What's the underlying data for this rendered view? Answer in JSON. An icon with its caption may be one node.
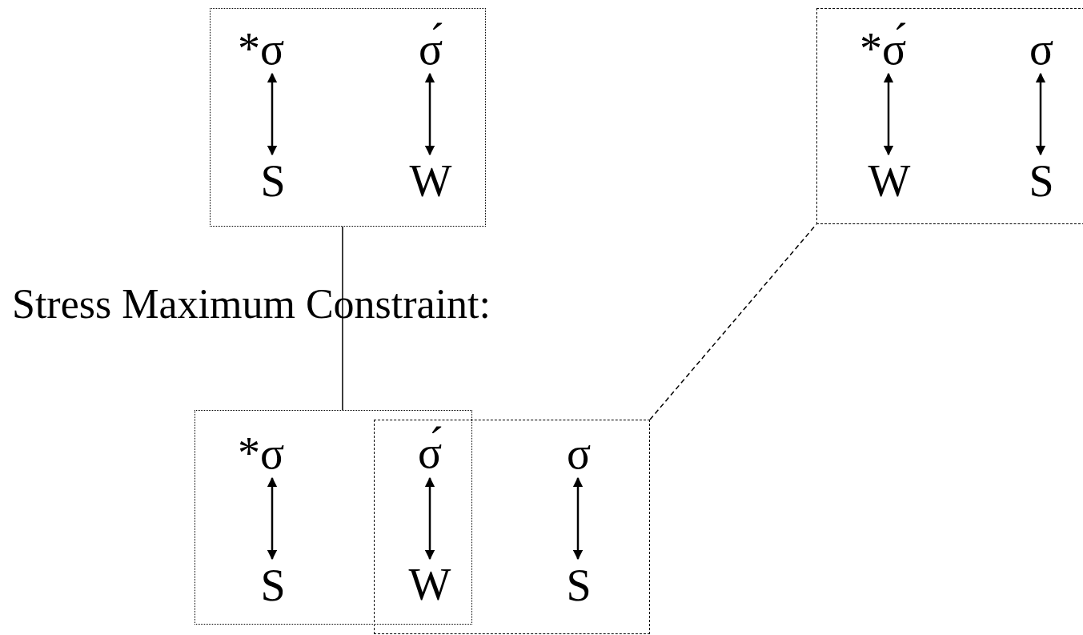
{
  "diagram": {
    "nodes": [
      {
        "text": [],
        "shape": "box"
      },
      {
        "text": [
          "*σ"
        ],
        "in": 0
      },
      {
        "text": [
          "σ́"
        ],
        "in": 0
      },
      {
        "text": [
          "S"
        ],
        "in": 0
      },
      {
        "text": [
          "W"
        ],
        "in": 0
      },
      {
        "text": [],
        "shape": "box"
      },
      {
        "text": [
          "*σ́"
        ],
        "in": 5
      },
      {
        "text": [
          "σ"
        ],
        "in": 5
      },
      {
        "text": [
          "W"
        ],
        "in": 5
      },
      {
        "text": [
          "S"
        ],
        "in": 5
      },
      {
        "text": [],
        "shape": "box"
      },
      {
        "text": [],
        "shape": "box"
      },
      {
        "text": [
          "*σ"
        ],
        "in": 10
      },
      {
        "text": [
          "σ́"
        ]
      },
      {
        "text": [
          "σ"
        ],
        "in": 11
      },
      {
        "text": [
          "S"
        ],
        "in": 10
      },
      {
        "text": [
          "W"
        ]
      },
      {
        "text": [
          "S"
        ],
        "in": 11
      }
    ],
    "edges": [
      {
        "from": 1,
        "to": 3,
        "arrow": "both"
      },
      {
        "from": 2,
        "to": 4,
        "arrow": "both"
      },
      {
        "from": 6,
        "to": 8,
        "arrow": "both"
      },
      {
        "from": 7,
        "to": 9,
        "arrow": "both"
      },
      {
        "from": 12,
        "to": 15,
        "arrow": "both"
      },
      {
        "from": 13,
        "to": 16,
        "arrow": "both"
      },
      {
        "from": 14,
        "to": 17,
        "arrow": "both"
      },
      {
        "from": 0,
        "to": 10,
        "arrow": "none"
      },
      {
        "from": 11,
        "to": 5,
        "arrow": "none",
        "style": "dashed"
      }
    ],
    "labels": [
      "Stress Maximum Constraint:"
    ]
  }
}
